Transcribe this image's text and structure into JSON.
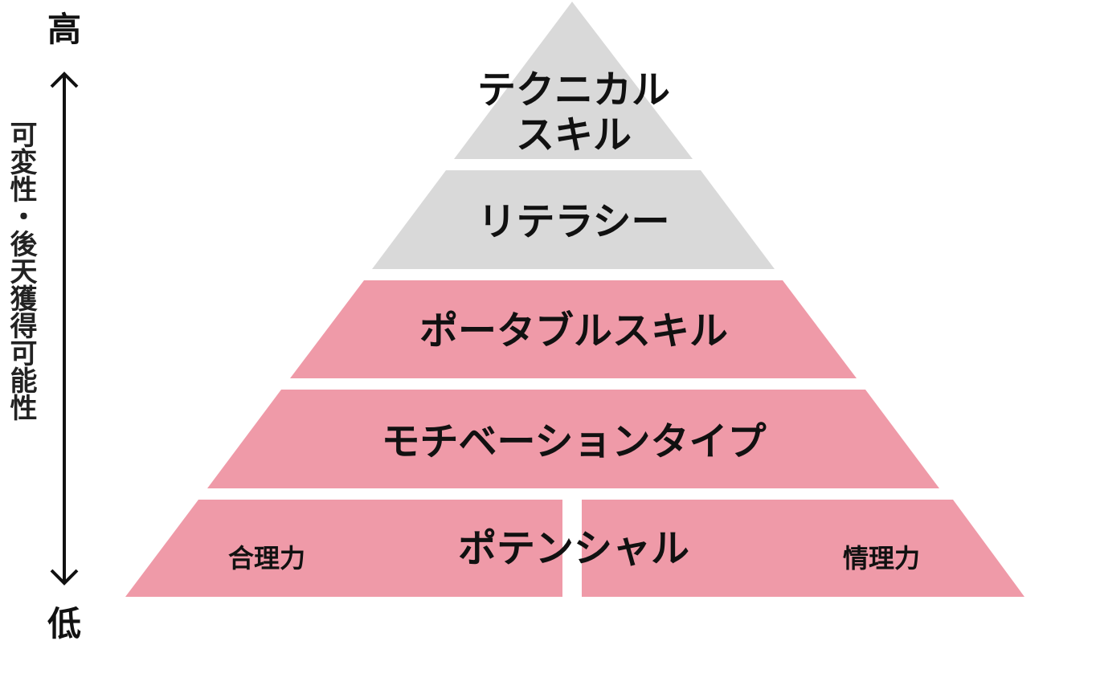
{
  "axis": {
    "top_label": "高",
    "bottom_label": "低",
    "side_label": "可変性・後天獲得可能性"
  },
  "colors": {
    "gray_tier": "#d9d9d9",
    "pink_tier": "#ef9aa8",
    "text": "#111111",
    "arrow": "#111111"
  },
  "pyramid": {
    "tiers": [
      {
        "lines": [
          "テクニカル",
          "スキル"
        ],
        "fill": "gray"
      },
      {
        "lines": [
          "リテラシー"
        ],
        "fill": "gray"
      },
      {
        "lines": [
          "ポータブルスキル"
        ],
        "fill": "pink"
      },
      {
        "lines": [
          "モチベーションタイプ"
        ],
        "fill": "pink"
      },
      {
        "lines": [
          "ポテンシャル"
        ],
        "fill": "pink",
        "left_sub": "合理力",
        "right_sub": "情理力"
      }
    ]
  }
}
